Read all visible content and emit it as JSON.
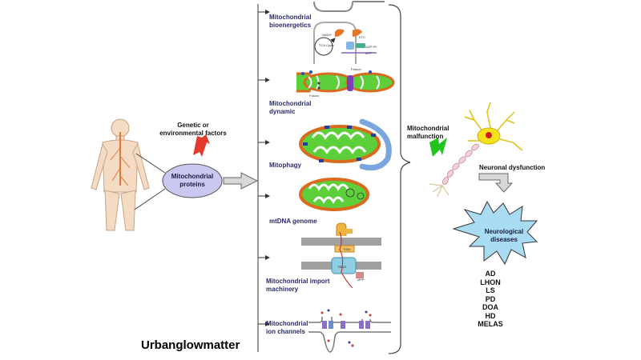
{
  "left": {
    "trigger_label": "Genetic or environmental factors",
    "proteins_label": "Mitochondrial proteins"
  },
  "panels": [
    {
      "label": "Mitochondrial bioenergetics",
      "annotations": [
        "NADH",
        "TCA Cycle",
        "ETC",
        "ADP+Pi",
        "ATP"
      ]
    },
    {
      "label": "Mitochondrial dynamic",
      "annotations": [
        "Fission",
        "Fusion"
      ]
    },
    {
      "label": "Mitophagy"
    },
    {
      "label": "mtDNA genome"
    },
    {
      "label": "Mitochondrial import machinery",
      "annotations": [
        "TOM",
        "TIM23",
        "MPP"
      ]
    },
    {
      "label": "Mitochondrial ion channels"
    }
  ],
  "right": {
    "malfunction_label": "Mitochondrial malfunction",
    "dysfunction_label": "Neuronal dysfunction",
    "diseases_label": "Neurological diseases",
    "disease_list": [
      "AD",
      "LHON",
      "LS",
      "PD",
      "DOA",
      "HD",
      "MELAS"
    ]
  },
  "brand": "Urbanglowmatter",
  "colors": {
    "label_text": "#2b2b6b",
    "proteins_ellipse": "#c8c8f0",
    "mito_outer": "#d96a1e",
    "mito_inner": "#5ccf3a",
    "star_fill": "#a9dcf2",
    "bolt_red": "#e23b2e",
    "bolt_green": "#1fc41f",
    "neuron_body": "#f2e31c",
    "mitophagy_arc": "#7aa6e0",
    "membrane": "#9a9a9a"
  }
}
